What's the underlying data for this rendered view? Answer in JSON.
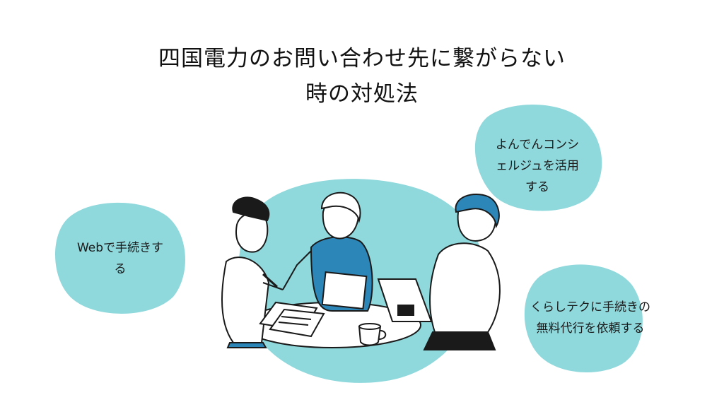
{
  "title": {
    "line1": "四国電力のお問い合わせ先に繋がらない",
    "line2": "時の対処法"
  },
  "bubbles": [
    {
      "id": "web",
      "text1": "Webで手続きす",
      "text2": "る"
    },
    {
      "id": "concierge",
      "text1": "よんでんコンシ",
      "text2": "ェルジュを活用",
      "text3": "する"
    },
    {
      "id": "kurashi",
      "text1": "くらしテクに手続きの",
      "text2": "無料代行を依頼する"
    }
  ],
  "colors": {
    "accent": "#8fd8dc",
    "line": "#1a1a1a",
    "blue": "#2d86b8"
  }
}
